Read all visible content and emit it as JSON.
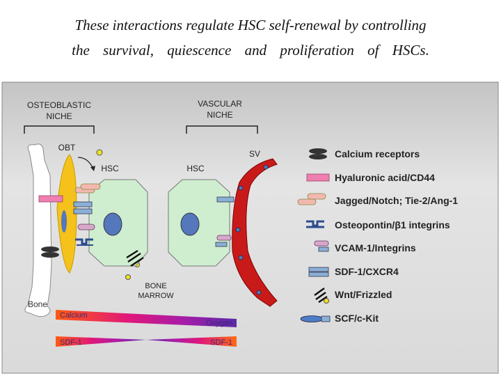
{
  "caption": {
    "line1": "These interactions regulate HSC self-renewal by controlling",
    "line2": "the survival, quiescence and proliferation of HSCs."
  },
  "diagram": {
    "niches": {
      "osteoblastic": [
        "OSTEOBLASTIC",
        "NICHE"
      ],
      "vascular": [
        "VASCULAR",
        "NICHE"
      ]
    },
    "labels": {
      "obt": "OBT",
      "hsc_left": "HSC",
      "hsc_right": "HSC",
      "sv": "SV",
      "bone": "Bone",
      "bone_marrow": [
        "BONE",
        "MARROW"
      ]
    },
    "gradients": {
      "calcium": "Calcium",
      "oxygen": "Oxygen",
      "sdf_left": "SDF-1",
      "sdf_right": "SDF-1"
    },
    "legend": [
      {
        "id": "calcium-receptors",
        "label": "Calcium receptors"
      },
      {
        "id": "hyaluronic",
        "label": "Hyaluronic acid/CD44"
      },
      {
        "id": "jagged",
        "label": "Jagged/Notch; Tie-2/Ang-1"
      },
      {
        "id": "osteopontin",
        "label": "Osteopontin/β1 integrins"
      },
      {
        "id": "vcam",
        "label": "VCAM-1/Integrins"
      },
      {
        "id": "sdf",
        "label": "SDF-1/CXCR4"
      },
      {
        "id": "wnt",
        "label": "Wnt/Frizzled"
      },
      {
        "id": "scf",
        "label": "SCF/c-Kit"
      }
    ],
    "colors": {
      "bone": "#ffffff",
      "osteoblast": "#f4c21a",
      "hsc": "#cfeecf",
      "nucleus": "#5577bb",
      "vessel": "#c91a1a",
      "receptor": "#333333",
      "hyaluronic": "#ee7fb0",
      "jagged": "#f2b8b0",
      "vcam": "#d7a9c8",
      "sdf": "#8ab0d4",
      "scf": "#4d7cc9"
    }
  }
}
